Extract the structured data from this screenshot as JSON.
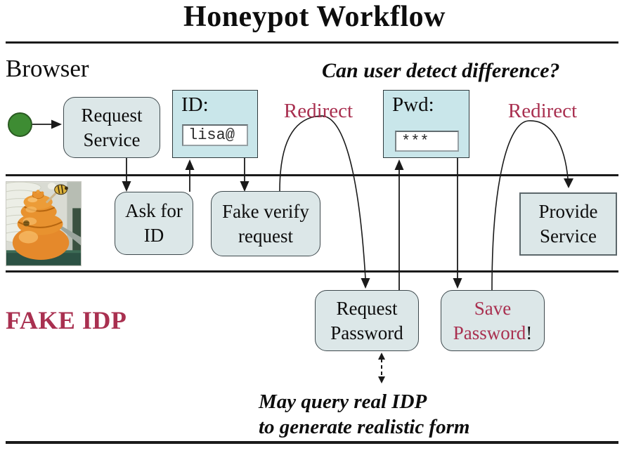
{
  "title": "Honeypot Workflow",
  "lanes": {
    "browser": "Browser",
    "fake_idp": "FAKE IDP"
  },
  "annotations": {
    "question": "Can user detect difference?",
    "redirect_left": "Redirect",
    "redirect_right": "Redirect",
    "note_line1": "May query real IDP",
    "note_line2": "to generate realistic form"
  },
  "nodes": {
    "request_service": {
      "line1": "Request",
      "line2": "Service"
    },
    "id_form": {
      "label": "ID:",
      "value": "lisa@"
    },
    "pwd_form": {
      "label": "Pwd:",
      "value": "***"
    },
    "ask_for_id": {
      "line1": "Ask for",
      "line2": "ID"
    },
    "fake_verify": {
      "line1": "Fake verify",
      "line2": "request"
    },
    "provide_service": {
      "line1": "Provide",
      "line2": "Service"
    },
    "request_password": {
      "line1": "Request",
      "line2": "Password"
    },
    "save_password": {
      "line1": "Save",
      "line2": "Password",
      "suffix": "!"
    }
  },
  "icons": {
    "start": "start-node-icon",
    "honeypot": "honeypot-photo"
  },
  "colors": {
    "accent_red": "#a93050",
    "box_fill": "#dce7e8",
    "form_fill": "#c9e6ea",
    "start_green": "#3e8c33",
    "line_black": "#1a1a1a"
  }
}
